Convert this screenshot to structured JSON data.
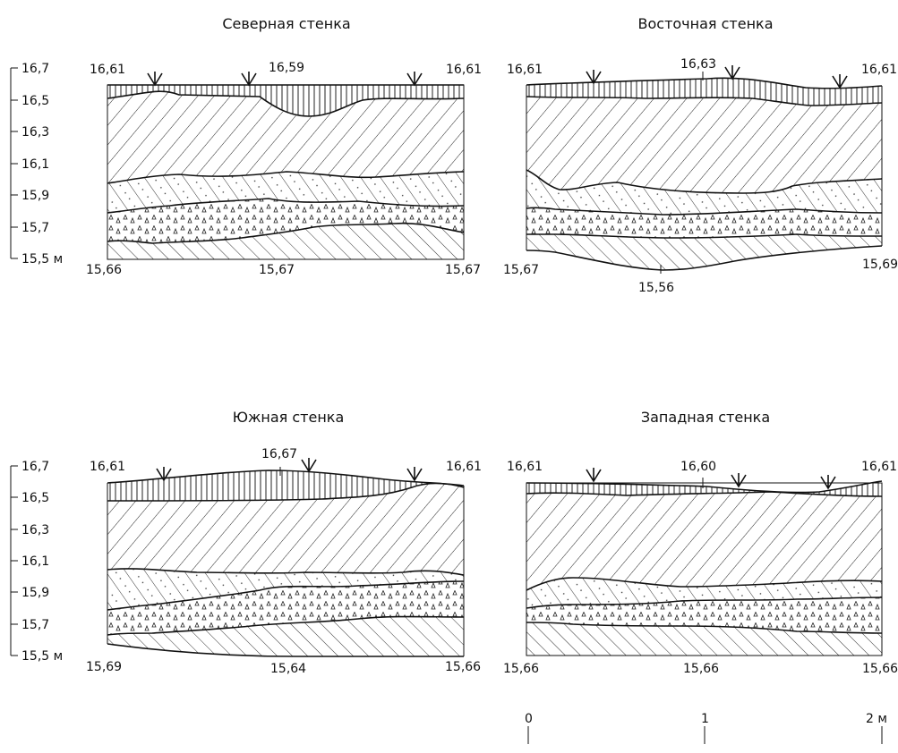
{
  "panels": [
    {
      "id": "north",
      "title": "Северная стенка",
      "top_labels": {
        "left": "16,61",
        "mid": "16,59",
        "right": "16,61"
      },
      "bottom_labels": {
        "left": "15,66",
        "mid": "15,67",
        "right": "15,67"
      }
    },
    {
      "id": "east",
      "title": "Восточная стенка",
      "top_labels": {
        "left": "16,61",
        "mid": "16,63",
        "right": "16,61"
      },
      "bottom_labels": {
        "left": "15,67",
        "mid": "15,56",
        "right": "15,69"
      }
    },
    {
      "id": "south",
      "title": "Южная стенка",
      "top_labels": {
        "left": "16,61",
        "mid": "16,67",
        "right": "16,61"
      },
      "bottom_labels": {
        "left": "15,69",
        "mid": "15,64",
        "right": "15,66"
      }
    },
    {
      "id": "west",
      "title": "Западная стенка",
      "top_labels": {
        "left": "16,61",
        "mid": "16,60",
        "right": "16,61"
      },
      "bottom_labels": {
        "left": "15,66",
        "mid": "15,66",
        "right": "15,66"
      }
    }
  ],
  "elevation_axis": {
    "ticks": [
      "16,7",
      "16,5",
      "16,3",
      "16,1",
      "15,9",
      "15,7",
      "15,5 м"
    ]
  },
  "scale_bar": {
    "labels": [
      "0",
      "1",
      "2 м"
    ]
  }
}
